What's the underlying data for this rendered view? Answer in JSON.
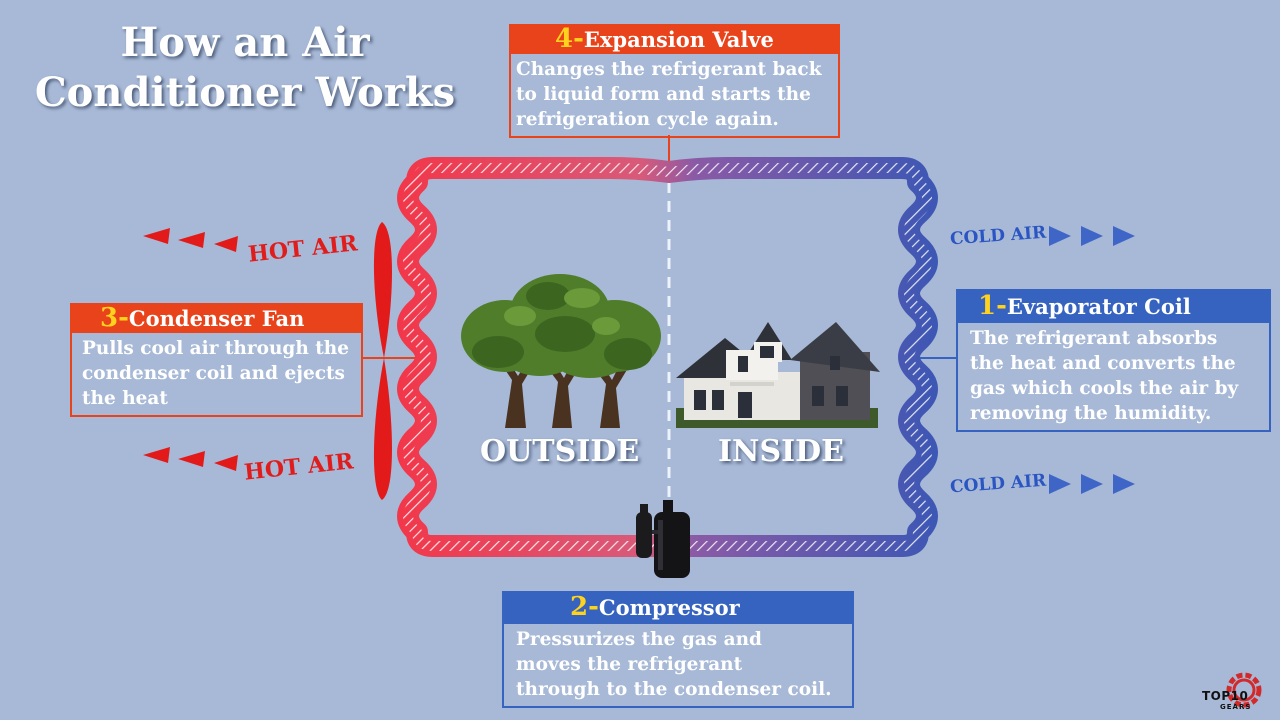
{
  "title": {
    "line1": "How an Air",
    "line2": "Conditioner Works"
  },
  "components": {
    "evaporator": {
      "number": "1-",
      "name": "Evaporator Coil",
      "lines": [
        "The refrigerant absorbs",
        "the heat and converts the",
        "gas which cools the air by",
        "removing the humidity."
      ]
    },
    "compressor": {
      "number": "2-",
      "name": "Compressor",
      "lines": [
        "Pressurizes the gas and",
        "moves the refrigerant",
        "through to the condenser coil."
      ]
    },
    "condenser_fan": {
      "number": "3-",
      "name": "Condenser Fan",
      "lines": [
        "Pulls cool air through the",
        "condenser coil and ejects",
        "the heat"
      ]
    },
    "expansion_valve": {
      "number": "4-",
      "name": "Expansion Valve",
      "lines": [
        "Changes the refrigerant back",
        "to liquid form and starts the",
        "refrigeration cycle again."
      ]
    }
  },
  "zones": {
    "outside": "OUTSIDE",
    "inside": "INSIDE"
  },
  "airflow": {
    "hot": "HOT AIR",
    "cold": "COLD AIR"
  },
  "logo": {
    "brand": "TOP10",
    "sub": "GEARS"
  },
  "colors": {
    "background": "#a7b9d6",
    "hot": "#e8431a",
    "cold": "#3663bf",
    "number": "#ffd21e"
  }
}
